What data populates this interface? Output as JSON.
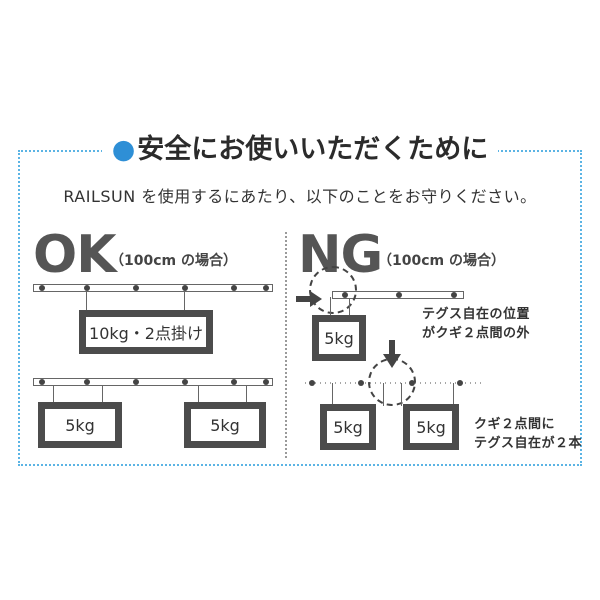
{
  "heading": {
    "bullet": "●",
    "title": "安全にお使いいただくために"
  },
  "intro": "RAILSUN を使用するにあたり、以下のことをお守りください。",
  "ok": {
    "label": "OK",
    "sub": "（100cm の場合）",
    "frame_single": "10kg・2点掛け",
    "frame_left": "5kg",
    "frame_right": "5kg"
  },
  "ng": {
    "label": "NG",
    "sub": "（100cm の場合）",
    "frame_top": "5kg",
    "frame_left": "5kg",
    "frame_right": "5kg",
    "note1": [
      "テグス自在の位置",
      "がクギ２点間の外"
    ],
    "note2": [
      "クギ２点間に",
      "テグス自在が２本"
    ]
  },
  "colors": {
    "accent": "#2e8fd6",
    "border_dotted": "#5bb4e4",
    "frame": "#4c4c4c"
  }
}
